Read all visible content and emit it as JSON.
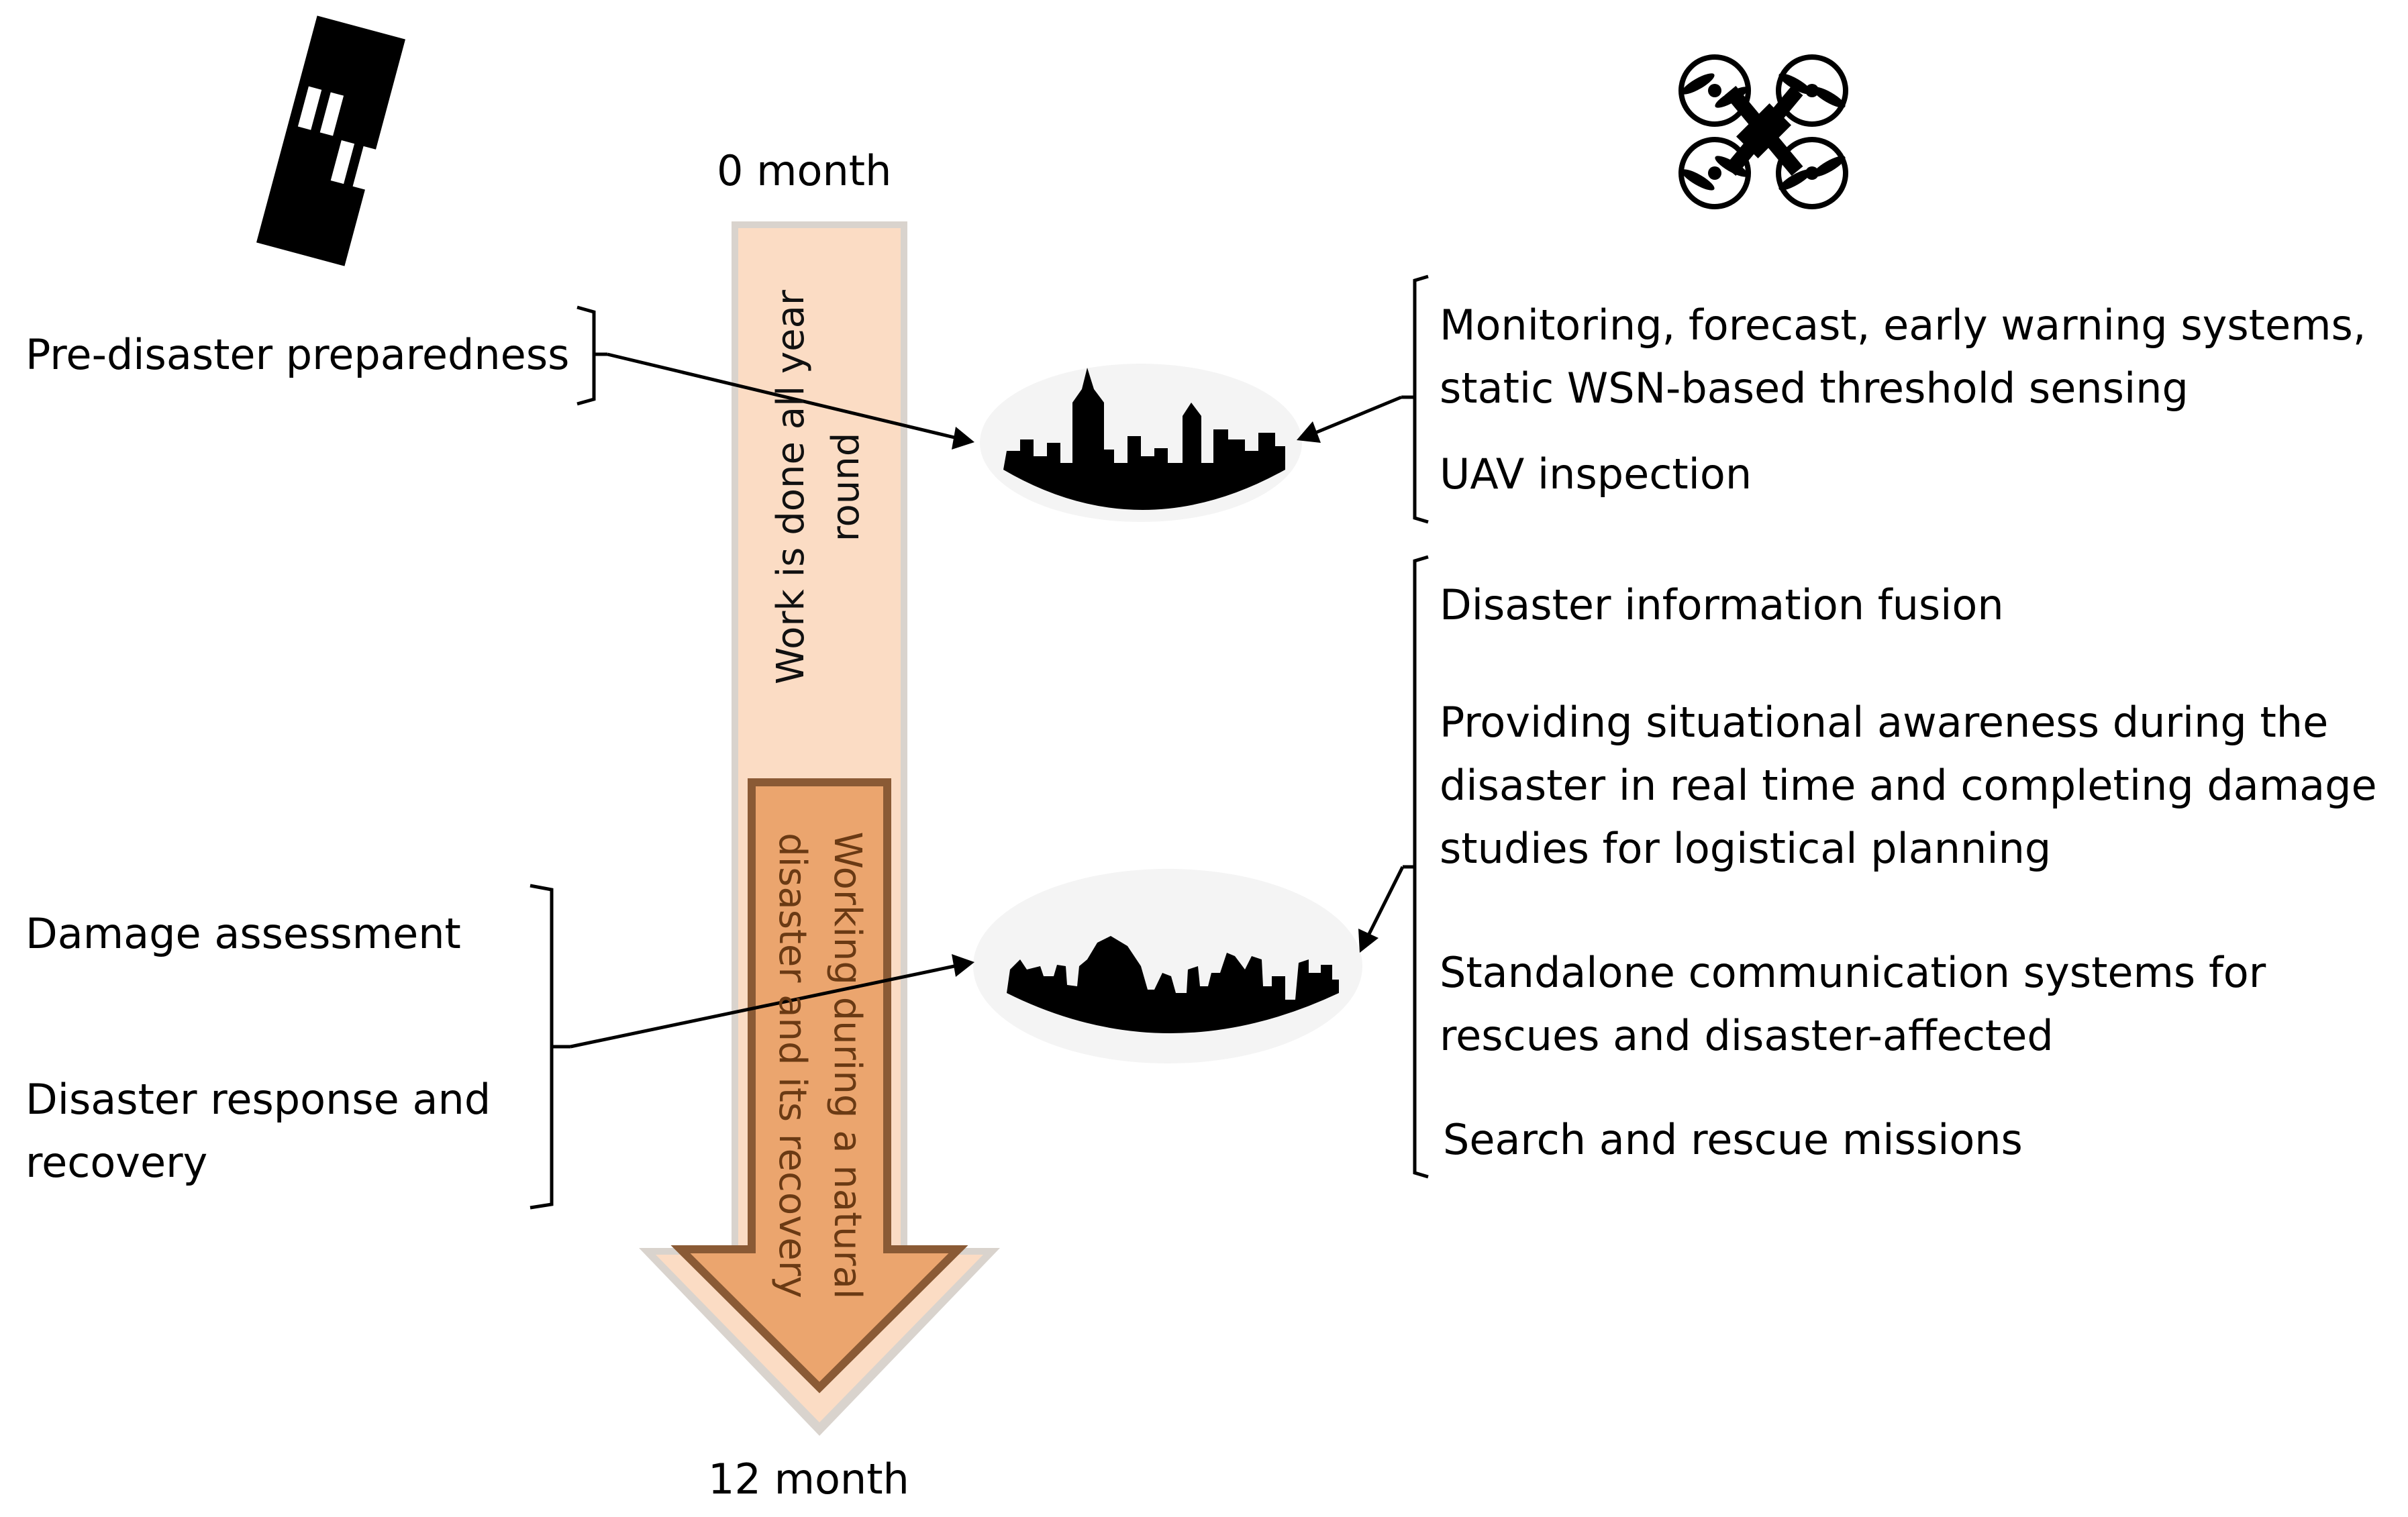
{
  "timeline": {
    "start_label": "0 month",
    "end_label": "12 month",
    "phase_year_round": [
      "Work is done all year",
      "round"
    ],
    "phase_disaster": [
      "Working during a natural",
      "disaster and its recovery"
    ]
  },
  "left": {
    "pre_disaster": "Pre-disaster preparedness",
    "damage_assessment": "Damage assessment",
    "response_recovery": [
      "Disaster response and",
      "recovery"
    ]
  },
  "right_top": {
    "monitoring": [
      "Monitoring, forecast, early warning systems,",
      "static WSN-based threshold sensing"
    ],
    "uav_inspection": "UAV inspection"
  },
  "right_bottom": {
    "fusion": "Disaster information fusion",
    "situational": [
      "Providing situational awareness during the",
      "disaster in real time and completing damage",
      "studies for logistical planning"
    ],
    "communication": [
      "Standalone communication systems for",
      "rescues and disaster-affected"
    ],
    "search_rescue": "Search and rescue missions"
  },
  "icons": {
    "satellite": "satellite-icon",
    "drone": "drone-icon",
    "city_intact": "city-skyline-icon",
    "city_damaged": "damaged-city-icon"
  },
  "colors": {
    "arrow_light": "#fbdcc4",
    "arrow_dark": "#eba56e",
    "arrow_dark_border": "#8a5a35",
    "ellipse_bg": "#f4f4f4",
    "ink": "#000000"
  }
}
